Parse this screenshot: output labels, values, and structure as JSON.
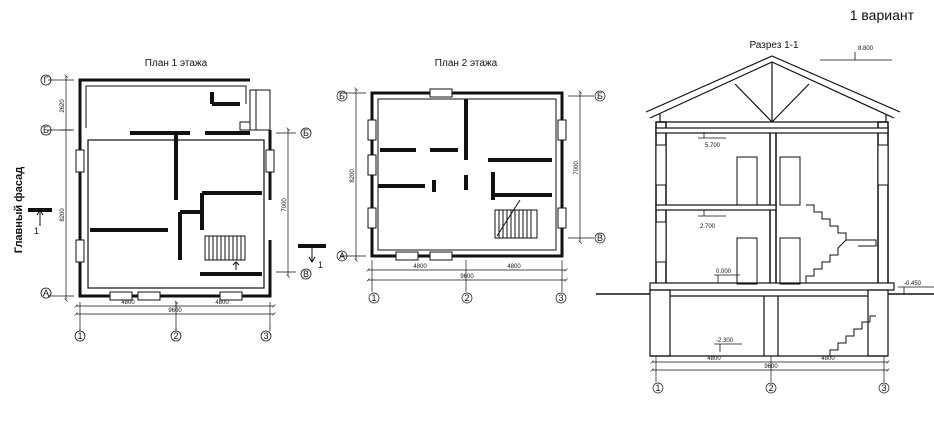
{
  "variant_label": "1 вариант",
  "facade_label": "Главный фасад",
  "plan1": {
    "title": "План 1 этажа",
    "axes_h": [
      "1",
      "2",
      "3"
    ],
    "axes_v": [
      "А",
      "В",
      "Б",
      "Г"
    ],
    "dims": {
      "d1": "4800",
      "d2": "4800",
      "total": "9600",
      "side_total": "8200",
      "side_top": "2620",
      "right": "7000"
    },
    "section_mark": "1"
  },
  "plan2": {
    "title": "План 2 этажа",
    "axes_h": [
      "1",
      "2",
      "3"
    ],
    "axes_v": [
      "А",
      "Б",
      "Б",
      "В"
    ],
    "dims": {
      "d1": "4800",
      "d2": "4800",
      "total": "9600",
      "left": "8200",
      "right": "7000"
    }
  },
  "section": {
    "title": "Разрез 1-1",
    "levels": [
      "8.800",
      "5.700",
      "2.700",
      "0.000",
      "-0.450",
      "-2.300"
    ],
    "axes_h": [
      "1",
      "2",
      "3"
    ],
    "dims": {
      "d1": "4800",
      "d2": "4800",
      "total": "9600"
    }
  }
}
